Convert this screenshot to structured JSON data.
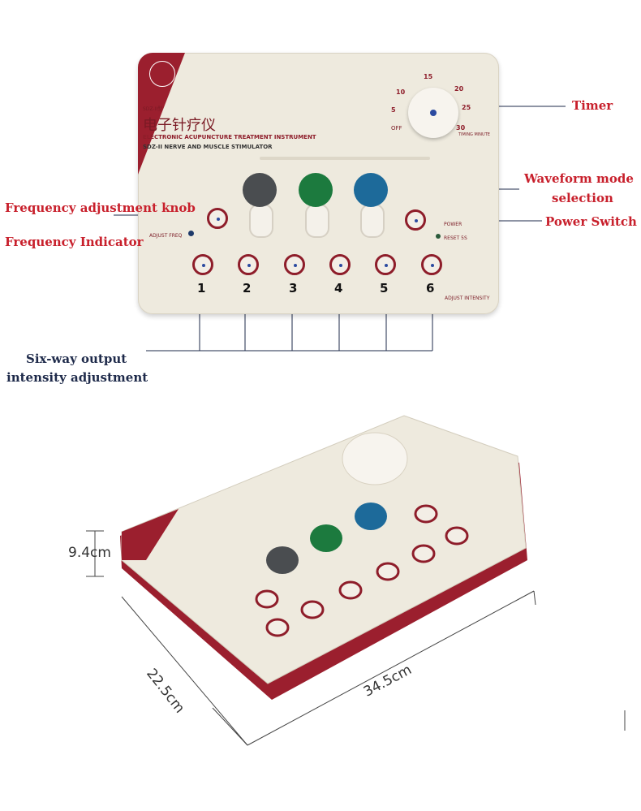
{
  "callouts": {
    "timer": "Timer",
    "waveform_line1": "Waveform mode",
    "waveform_line2": "selection",
    "power": "Power Switch",
    "freq_knob": "Frequency adjustment knob",
    "freq_indicator": "Frequency Indicator",
    "output_line1": "Six-way output",
    "output_line2": "intensity adjustment"
  },
  "device": {
    "chinese_title": "电子针疗仪",
    "english_title": "ELECTRONIC ACUPUNCTURE TREATMENT INSTRUMENT",
    "subtitle": "SDZ-II NERVE AND MUSCLE STIMULATOR",
    "model": "SDZ-II型",
    "adjust_freq": "ADJUST FREQ",
    "adjust_intensity": "ADJUST INTENSITY",
    "power_label": "POWER",
    "reset_label": "RESET 5S",
    "timer_minute": "TIMING MINUTE",
    "timer_ticks": [
      "5",
      "10",
      "15",
      "20",
      "25",
      "30",
      "OFF"
    ],
    "channels": [
      "1",
      "2",
      "3",
      "4",
      "5",
      "6"
    ]
  },
  "dimensions": {
    "height": "9.4cm",
    "depth": "22.5cm",
    "width": "34.5cm"
  },
  "colors": {
    "accent_red": "#c8202c",
    "device_body": "#eeeade",
    "device_trim": "#9b1f2e",
    "pad_gray": "#4a4d50",
    "pad_green": "#1c7a3e",
    "pad_blue": "#1d6a9a"
  }
}
